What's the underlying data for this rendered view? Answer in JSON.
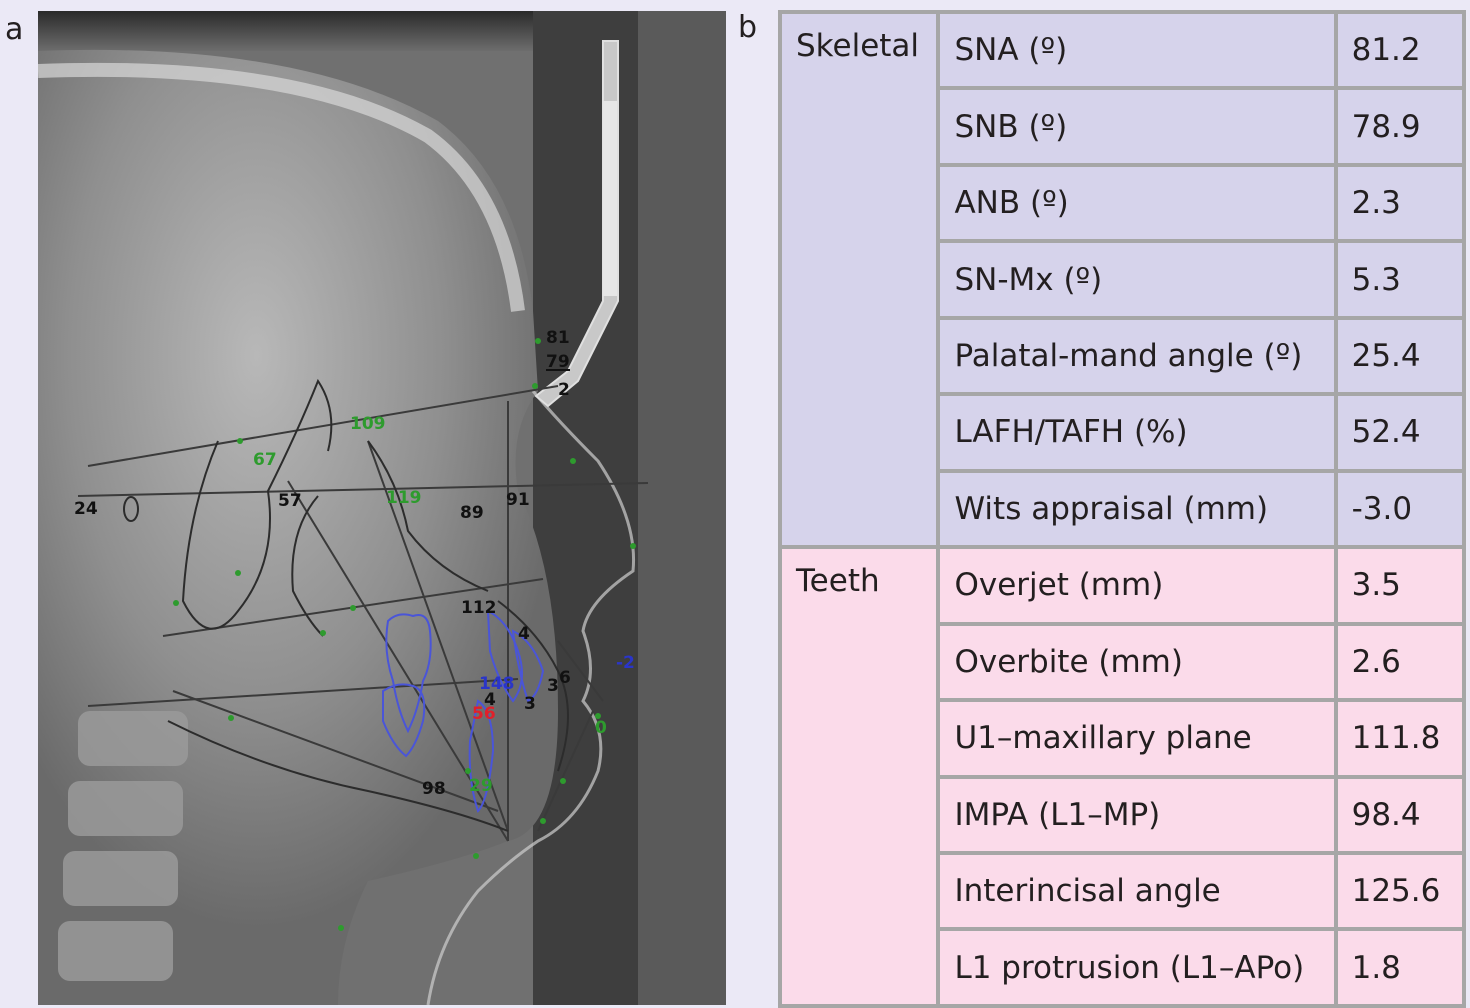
{
  "panels": {
    "a": "a",
    "b": "b"
  },
  "cephalogram": {
    "labels": [
      {
        "id": "sna",
        "text": "81",
        "color": "black"
      },
      {
        "id": "snb",
        "text": "79",
        "color": "black"
      },
      {
        "id": "anb",
        "text": "2",
        "color": "black"
      },
      {
        "id": "l109",
        "text": "109",
        "color": "green"
      },
      {
        "id": "l67",
        "text": "67",
        "color": "green"
      },
      {
        "id": "l24",
        "text": "24",
        "color": "black"
      },
      {
        "id": "l57",
        "text": "57",
        "color": "black"
      },
      {
        "id": "l119",
        "text": "119",
        "color": "green"
      },
      {
        "id": "l89",
        "text": "89",
        "color": "black"
      },
      {
        "id": "l91",
        "text": "91",
        "color": "black"
      },
      {
        "id": "l112",
        "text": "112",
        "color": "black"
      },
      {
        "id": "l4",
        "text": "4",
        "color": "black"
      },
      {
        "id": "lminus2",
        "text": "-2",
        "color": "blue"
      },
      {
        "id": "l148",
        "text": "148",
        "color": "blue"
      },
      {
        "id": "l3a",
        "text": "3",
        "color": "black"
      },
      {
        "id": "l6",
        "text": "6",
        "color": "black"
      },
      {
        "id": "l4b",
        "text": "4",
        "color": "black"
      },
      {
        "id": "l56",
        "text": "56",
        "color": "red"
      },
      {
        "id": "l3b",
        "text": "3",
        "color": "black"
      },
      {
        "id": "l0",
        "text": "0",
        "color": "green"
      },
      {
        "id": "l98",
        "text": "98",
        "color": "black"
      },
      {
        "id": "l29",
        "text": "29",
        "color": "green"
      }
    ]
  },
  "table": {
    "groups": {
      "skeletal": "Skeletal",
      "teeth": "Teeth"
    },
    "skeletal": [
      {
        "measure": "SNA (º)",
        "value": "81.2"
      },
      {
        "measure": "SNB (º)",
        "value": "78.9"
      },
      {
        "measure": "ANB (º)",
        "value": "2.3"
      },
      {
        "measure": "SN-Mx (º)",
        "value": "5.3"
      },
      {
        "measure": "Palatal-mand angle (º)",
        "value": "25.4"
      },
      {
        "measure": "LAFH/TAFH (%)",
        "value": "52.4"
      },
      {
        "measure": "Wits appraisal (mm)",
        "value": "-3.0"
      }
    ],
    "teeth": [
      {
        "measure": "Overjet (mm)",
        "value": "3.5"
      },
      {
        "measure": "Overbite (mm)",
        "value": "2.6"
      },
      {
        "measure": "U1–maxillary plane",
        "value": "111.8"
      },
      {
        "measure": "IMPA (L1–MP)",
        "value": "98.4"
      },
      {
        "measure": "Interincisal angle",
        "value": "125.6"
      },
      {
        "measure": "L1 protrusion (L1–APo)",
        "value": "1.8"
      }
    ],
    "colors": {
      "skeletal": "#d6d3eb",
      "teeth": "#fbdbea",
      "border": "#a6a6a6"
    }
  }
}
